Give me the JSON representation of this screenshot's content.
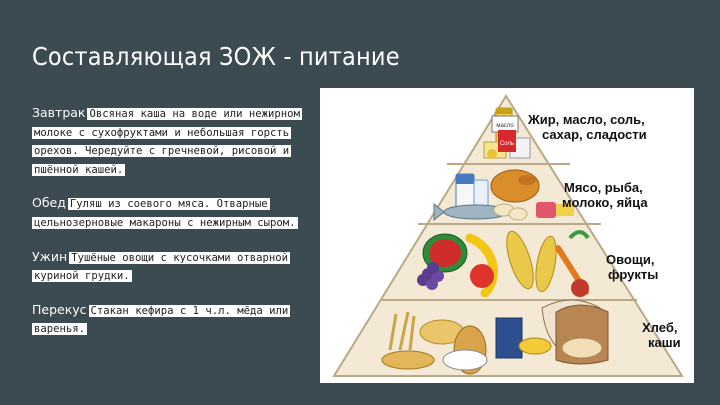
{
  "slide": {
    "title": "Составляющая ЗОЖ - питание"
  },
  "meals": [
    {
      "label": "Завтрак",
      "text": "Овсяная каша на воде или нежирном молоке с сухофруктами и небольшая горсть орехов. Чередуйте с гречневой, рисовой и пшённой кашей."
    },
    {
      "label": "Обед",
      "text": "Гуляш из соевого мяса. Отварные цельнозерновые макароны с нежирным сыром."
    },
    {
      "label": "Ужин",
      "text": "Тушёные овощи с кусочками отварной куриной грудки."
    },
    {
      "label": "Перекус",
      "text": "Стакан кефира с 1 ч.л. мёда или варенья."
    }
  ],
  "pyramid": {
    "tiers": [
      {
        "label_line1": "Жир, масло, соль,",
        "label_line2": "сахар, сладости"
      },
      {
        "label_line1": "Мясо, рыба,",
        "label_line2": "молоко, яйца"
      },
      {
        "label_line1": "Овощи,",
        "label_line2": "фрукты"
      },
      {
        "label_line1": "Хлеб,",
        "label_line2": "каши"
      }
    ],
    "package_labels": [
      "масло",
      "Соль"
    ]
  },
  "colors": {
    "background": "#3c4a52",
    "pyramid_fill": "#f3e9d4",
    "pyramid_line": "#b9a987"
  }
}
